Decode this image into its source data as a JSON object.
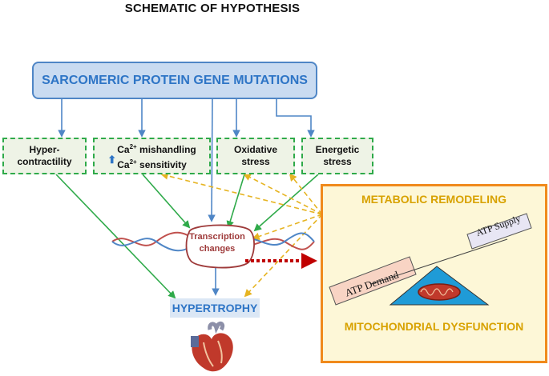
{
  "title": "SCHEMATIC OF HYPOTHESIS",
  "top_box": "SARCOMERIC PROTEIN GENE MUTATIONS",
  "boxes": {
    "hyper_line1": "Hyper-",
    "hyper_line2": "contractility",
    "ca_line1": "Ca",
    "ca_line2": "Ca",
    "ca_sup": "2+",
    "ca_text1": " mishandling",
    "ca_text2": " sensitivity",
    "ox_line1": "Oxidative",
    "ox_line2": "stress",
    "en_line1": "Energetic",
    "en_line2": "stress"
  },
  "transcription_line1": "Transcription",
  "transcription_line2": "changes",
  "hypertrophy": "HYPERTROPHY",
  "metabolic": {
    "title": "METABOLIC REMODELING",
    "atp_demand": "ATP  Demand",
    "atp_supply": "ATP  Supply",
    "mito": "MITOCHONDRIAL DYSFUNCTION"
  },
  "colors": {
    "blue": "#4f86c6",
    "green": "#2faa4a",
    "orange_dash": "#e6b422",
    "red": "#c00000",
    "box_orange": "#f08a1c"
  }
}
